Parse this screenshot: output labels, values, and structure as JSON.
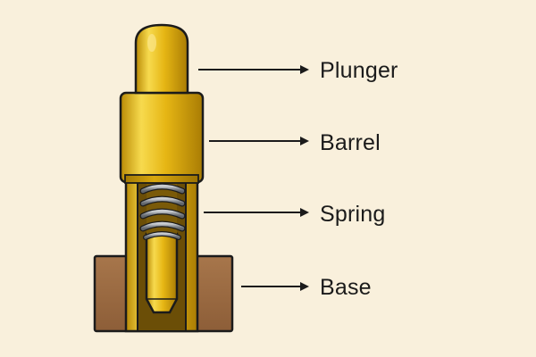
{
  "diagram": {
    "labels": {
      "plunger": "Plunger",
      "barrel": "Barrel",
      "spring": "Spring",
      "base": "Base"
    }
  },
  "colors": {
    "background": "#f9f0dc",
    "gold": "#e6b614",
    "gold_dark": "#b98a05",
    "gold_light": "#f7da4e",
    "spring": "#8a8f96",
    "base": "#9b6a42",
    "outline": "#1b1b1b"
  }
}
